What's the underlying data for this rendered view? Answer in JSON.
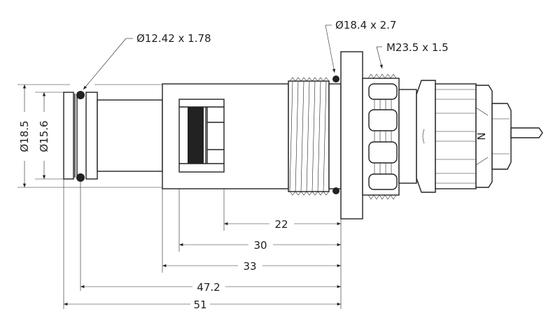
{
  "title": "Thermostatic valve insert dimension drawing",
  "callouts": {
    "oring_small": "Ø12.42 x 1.78",
    "oring_large": "Ø18.4 x 2.7",
    "thread": "M23.5 x 1.5",
    "marking": "N"
  },
  "diameters": {
    "outer": "Ø18.5",
    "inner": "Ø15.6"
  },
  "lengths": [
    "22",
    "30",
    "33",
    "47.2",
    "51"
  ]
}
